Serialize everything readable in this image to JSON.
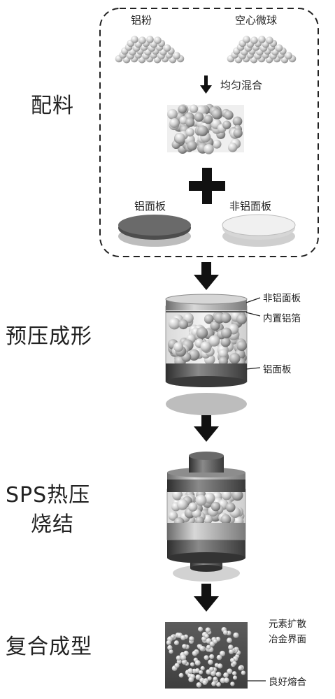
{
  "stages": {
    "batching": "配料",
    "preforming": "预压成形",
    "sps_line1": "SPS热压",
    "sps_line2": "烧结",
    "composite": "复合成型"
  },
  "batching": {
    "powder_al": "铝粉",
    "hollow_spheres": "空心微球",
    "mix_step": "均匀混合",
    "face_al": "铝面板",
    "face_non_al": "非铝面板"
  },
  "preform_labels": {
    "top": "非铝面板",
    "middle": "内置铝箔",
    "bottom": "铝面板"
  },
  "result_labels": {
    "line1": "元素扩散",
    "line2": "冶金界面",
    "bottom": "良好熔合"
  },
  "colors": {
    "sphere": "#c8c8c8",
    "al_plate": "#5a5a5a",
    "non_al_plate": "#e6e6e6",
    "arrow": "#111111",
    "frame": "#222222"
  }
}
